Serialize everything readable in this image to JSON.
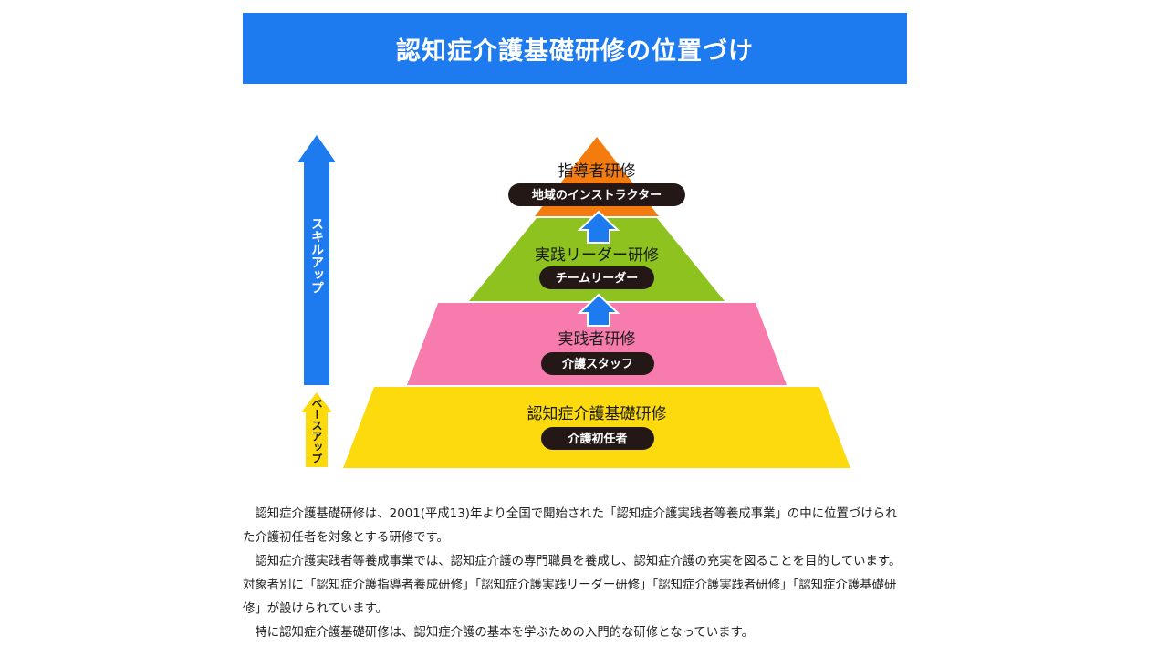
{
  "header": {
    "title": "認知症介護基礎研修の位置づけ"
  },
  "colors": {
    "banner": "#1E7BEF",
    "level_top": "#F47B0E",
    "level_upper": "#8DC21F",
    "level_middle": "#F77CAD",
    "level_base": "#FCDA0E",
    "pill": "#231815",
    "arrow_blue": "#1E7BEF",
    "arrow_yellow": "#FCDA0E"
  },
  "side_arrows": {
    "skill_up": "スキルアップ",
    "base_up": "ベースアップ"
  },
  "pyramid": {
    "levels": [
      {
        "title": "指導者研修",
        "role": "地域のインストラクター"
      },
      {
        "title": "実践リーダー研修",
        "role": "チームリーダー"
      },
      {
        "title": "実践者研修",
        "role": "介護スタッフ"
      },
      {
        "title": "認知症介護基礎研修",
        "role": "介護初任者"
      }
    ]
  },
  "description": {
    "paragraphs": [
      "認知症介護基礎研修は、2001(平成13)年より全国で開始された「認知症介護実践者等養成事業」の中に位置づけられた介護初任者を対象とする研修です。",
      "認知症介護実践者等養成事業では、認知症介護の専門職員を養成し、認知症介護の充実を図ることを目的しています。対象者別に「認知症介護指導者養成研修」「認知症介護実践リーダー研修」「認知症介護実践者研修」「認知症介護基礎研修」が設けられています。",
      "特に認知症介護基礎研修は、認知症介護の基本を学ぶための入門的な研修となっています。"
    ]
  }
}
